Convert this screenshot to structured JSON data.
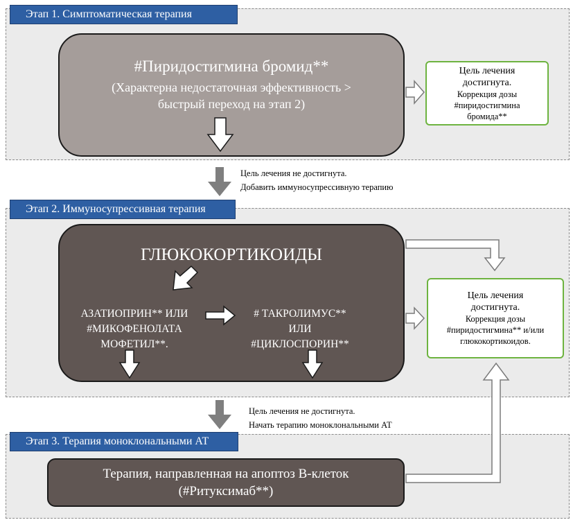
{
  "stage1": {
    "tab": "Этап 1. Симптоматическая терапия",
    "drug_line1": "#Пиридостигмина бромид**",
    "drug_line2": "(Характерна недостаточная эффективность >",
    "drug_line3": "быстрый переход на этап 2)",
    "goal": {
      "line1": "Цель лечения",
      "line2": "достигнута.",
      "line3": "Коррекция дозы",
      "line4": "#пиридостигмина",
      "line5": "бромида**"
    }
  },
  "transition1": {
    "line1": "Цель лечения не достигнута.",
    "line2": "Добавить иммуносупрессивную терапию"
  },
  "stage2": {
    "tab": "Этап 2. Иммуносупрессивная терапия",
    "title": "ГЛЮКОКОРТИКОИДЫ",
    "left_line1": "АЗАТИОПРИН** ИЛИ",
    "left_line2": "#МИКОФЕНОЛАТА",
    "left_line3": "МОФЕТИЛ**.",
    "right_line1": "# ТАКРОЛИМУС**",
    "right_line2": "ИЛИ",
    "right_line3": "#ЦИКЛОСПОРИН**",
    "goal": {
      "line1": "Цель лечения",
      "line2": "достигнута.",
      "line3": "Коррекция дозы",
      "line4": "#пиридостигмина** и/или",
      "line5": "глюкокортикоидов."
    }
  },
  "transition2": {
    "line1": "Цель лечения не достигнута.",
    "line2": "Начать терапию моноклональными АТ"
  },
  "stage3": {
    "tab": "Этап 3. Терапия моноклональными АТ",
    "line1": "Терапия, направленная на апоптоз В-клеток",
    "line2": "(#Ритуксимаб**)"
  },
  "colors": {
    "tab_blue": "#2e5fa3",
    "box1_gray": "#a59d9a",
    "box2_dark": "#605653",
    "goal_green": "#6db33f",
    "arrow_gray": "#7f7f7f"
  }
}
